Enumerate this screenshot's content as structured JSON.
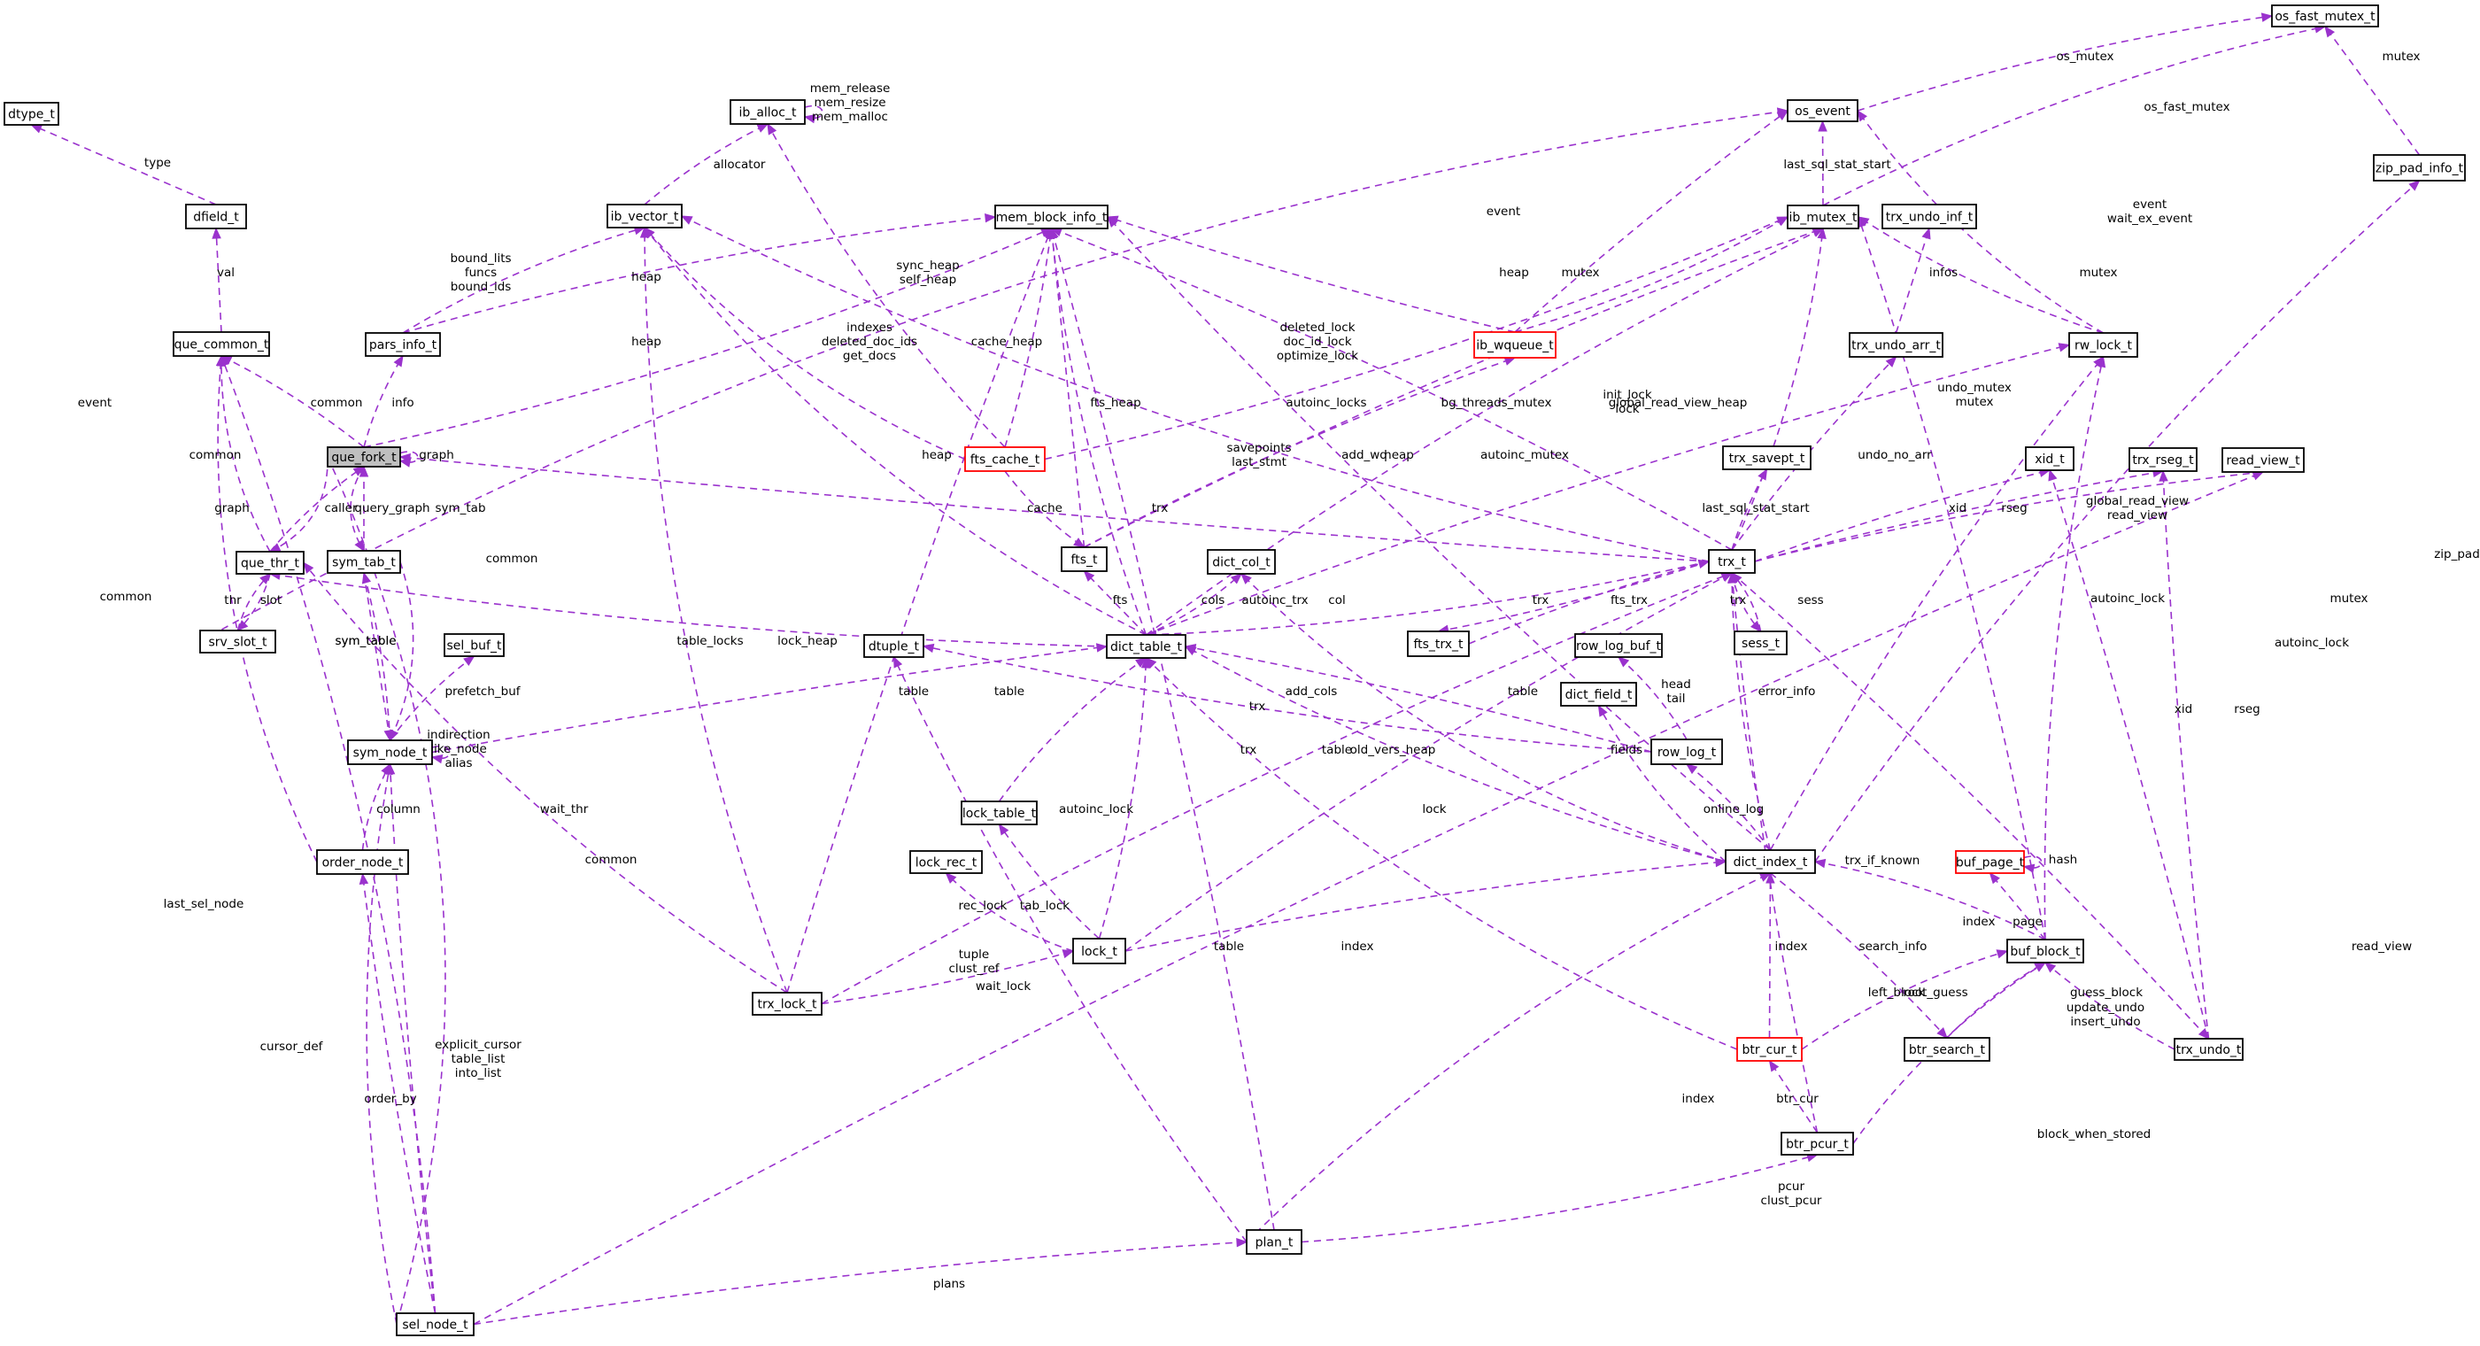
{
  "colors": {
    "edge": "#9a32cd",
    "node_border": "#000000",
    "node_border_incomplete": "#ff0000",
    "node_highlight": "#bfbfbf",
    "background": "#ffffff"
  },
  "nodes": [
    {
      "id": "dtype_t",
      "label": "dtype_t"
    },
    {
      "id": "dfield_t",
      "label": "dfield_t"
    },
    {
      "id": "que_common_t",
      "label": "que_common_t"
    },
    {
      "id": "que_fork_t",
      "label": "que_fork_t",
      "highlight": true
    },
    {
      "id": "que_thr_t",
      "label": "que_thr_t"
    },
    {
      "id": "srv_slot_t",
      "label": "srv_slot_t"
    },
    {
      "id": "pars_info_t",
      "label": "pars_info_t"
    },
    {
      "id": "sym_tab_t",
      "label": "sym_tab_t"
    },
    {
      "id": "sym_node_t",
      "label": "sym_node_t"
    },
    {
      "id": "sel_buf_t",
      "label": "sel_buf_t"
    },
    {
      "id": "order_node_t",
      "label": "order_node_t"
    },
    {
      "id": "sel_node_t",
      "label": "sel_node_t"
    },
    {
      "id": "ib_alloc_t",
      "label": "ib_alloc_t"
    },
    {
      "id": "ib_vector_t",
      "label": "ib_vector_t"
    },
    {
      "id": "mem_block_info_t",
      "label": "mem_block_info_t"
    },
    {
      "id": "fts_cache_t",
      "label": "fts_cache_t",
      "incomplete": true
    },
    {
      "id": "fts_t",
      "label": "fts_t"
    },
    {
      "id": "dict_col_t",
      "label": "dict_col_t"
    },
    {
      "id": "dict_table_t",
      "label": "dict_table_t"
    },
    {
      "id": "dtuple_t",
      "label": "dtuple_t"
    },
    {
      "id": "lock_table_t",
      "label": "lock_table_t"
    },
    {
      "id": "lock_rec_t",
      "label": "lock_rec_t"
    },
    {
      "id": "lock_t",
      "label": "lock_t"
    },
    {
      "id": "trx_lock_t",
      "label": "trx_lock_t"
    },
    {
      "id": "plan_t",
      "label": "plan_t"
    },
    {
      "id": "os_fast_mutex_t",
      "label": "os_fast_mutex_t"
    },
    {
      "id": "os_event",
      "label": "os_event"
    },
    {
      "id": "zip_pad_info_t",
      "label": "zip_pad_info_t"
    },
    {
      "id": "ib_mutex_t",
      "label": "ib_mutex_t"
    },
    {
      "id": "trx_undo_inf_t",
      "label": "trx_undo_inf_t"
    },
    {
      "id": "ib_wqueue_t",
      "label": "ib_wqueue_t",
      "incomplete": true
    },
    {
      "id": "trx_undo_arr_t",
      "label": "trx_undo_arr_t"
    },
    {
      "id": "rw_lock_t",
      "label": "rw_lock_t"
    },
    {
      "id": "trx_savept_t",
      "label": "trx_savept_t"
    },
    {
      "id": "xid_t",
      "label": "xid_t"
    },
    {
      "id": "trx_rseg_t",
      "label": "trx_rseg_t"
    },
    {
      "id": "read_view_t",
      "label": "read_view_t"
    },
    {
      "id": "trx_t",
      "label": "trx_t"
    },
    {
      "id": "sess_t",
      "label": "sess_t"
    },
    {
      "id": "fts_trx_t",
      "label": "fts_trx_t"
    },
    {
      "id": "row_log_buf_t",
      "label": "row_log_buf_t"
    },
    {
      "id": "dict_field_t",
      "label": "dict_field_t"
    },
    {
      "id": "row_log_t",
      "label": "row_log_t"
    },
    {
      "id": "dict_index_t",
      "label": "dict_index_t"
    },
    {
      "id": "buf_page_t",
      "label": "buf_page_t",
      "incomplete": true
    },
    {
      "id": "buf_block_t",
      "label": "buf_block_t"
    },
    {
      "id": "btr_cur_t",
      "label": "btr_cur_t",
      "incomplete": true
    },
    {
      "id": "btr_search_t",
      "label": "btr_search_t"
    },
    {
      "id": "trx_undo_t",
      "label": "trx_undo_t"
    },
    {
      "id": "btr_pcur_t",
      "label": "btr_pcur_t"
    }
  ],
  "edge_labels": [
    "type",
    "val",
    "common",
    "info",
    "graph",
    "caller",
    "query_graph",
    "sym_tab",
    "thr",
    "slot",
    "event",
    "bound_lits\nfuncs\nbound_ids",
    "heap",
    "mem_release\nmem_resize\nmem_malloc",
    "allocator",
    "sync_heap\nself_heap",
    "indexes\ndeleted_doc_ids\nget_docs",
    "cache_heap",
    "fts_heap",
    "deleted_lock\ndoc_id_lock\noptimize_lock",
    "autoinc_locks",
    "savepoints\nlast_stmt",
    "add_wq",
    "bg_threads_mutex",
    "autoinc_mutex",
    "init_lock\nlock",
    "global_read_view_heap",
    "undo_mutex\nmutex",
    "undo_no_arr",
    "infos",
    "mutex",
    "os_mutex",
    "os_fast_mutex",
    "event\nwait_ex_event",
    "zip_pad",
    "last_sql_stat_start",
    "xid",
    "rseg",
    "global_read_view\nread_view",
    "trx",
    "sess",
    "fts_trx",
    "cache",
    "fts",
    "cols",
    "autoinc_trx",
    "col",
    "table",
    "add_cols",
    "head\ntail",
    "fields",
    "online_log",
    "error_info",
    "indirection\nlike_node\nalias",
    "prefetch_buf",
    "sym_table",
    "column",
    "wait_thr",
    "table_locks",
    "lock_heap",
    "autoinc_lock",
    "tab_lock",
    "rec_lock",
    "wait_lock",
    "tuple\nclust_ref",
    "old_vers_heap",
    "lock",
    "index",
    "hash",
    "page",
    "left_block",
    "root_guess",
    "search_info",
    "guess_block",
    "update_undo\ninsert_undo",
    "trx_if_known",
    "btr_cur",
    "block_when_stored",
    "pcur\nclust_pcur",
    "plans",
    "explicit_cursor\ntable_list\ninto_list",
    "order_by",
    "cursor_def",
    "last_sel_node",
    "read_view"
  ]
}
